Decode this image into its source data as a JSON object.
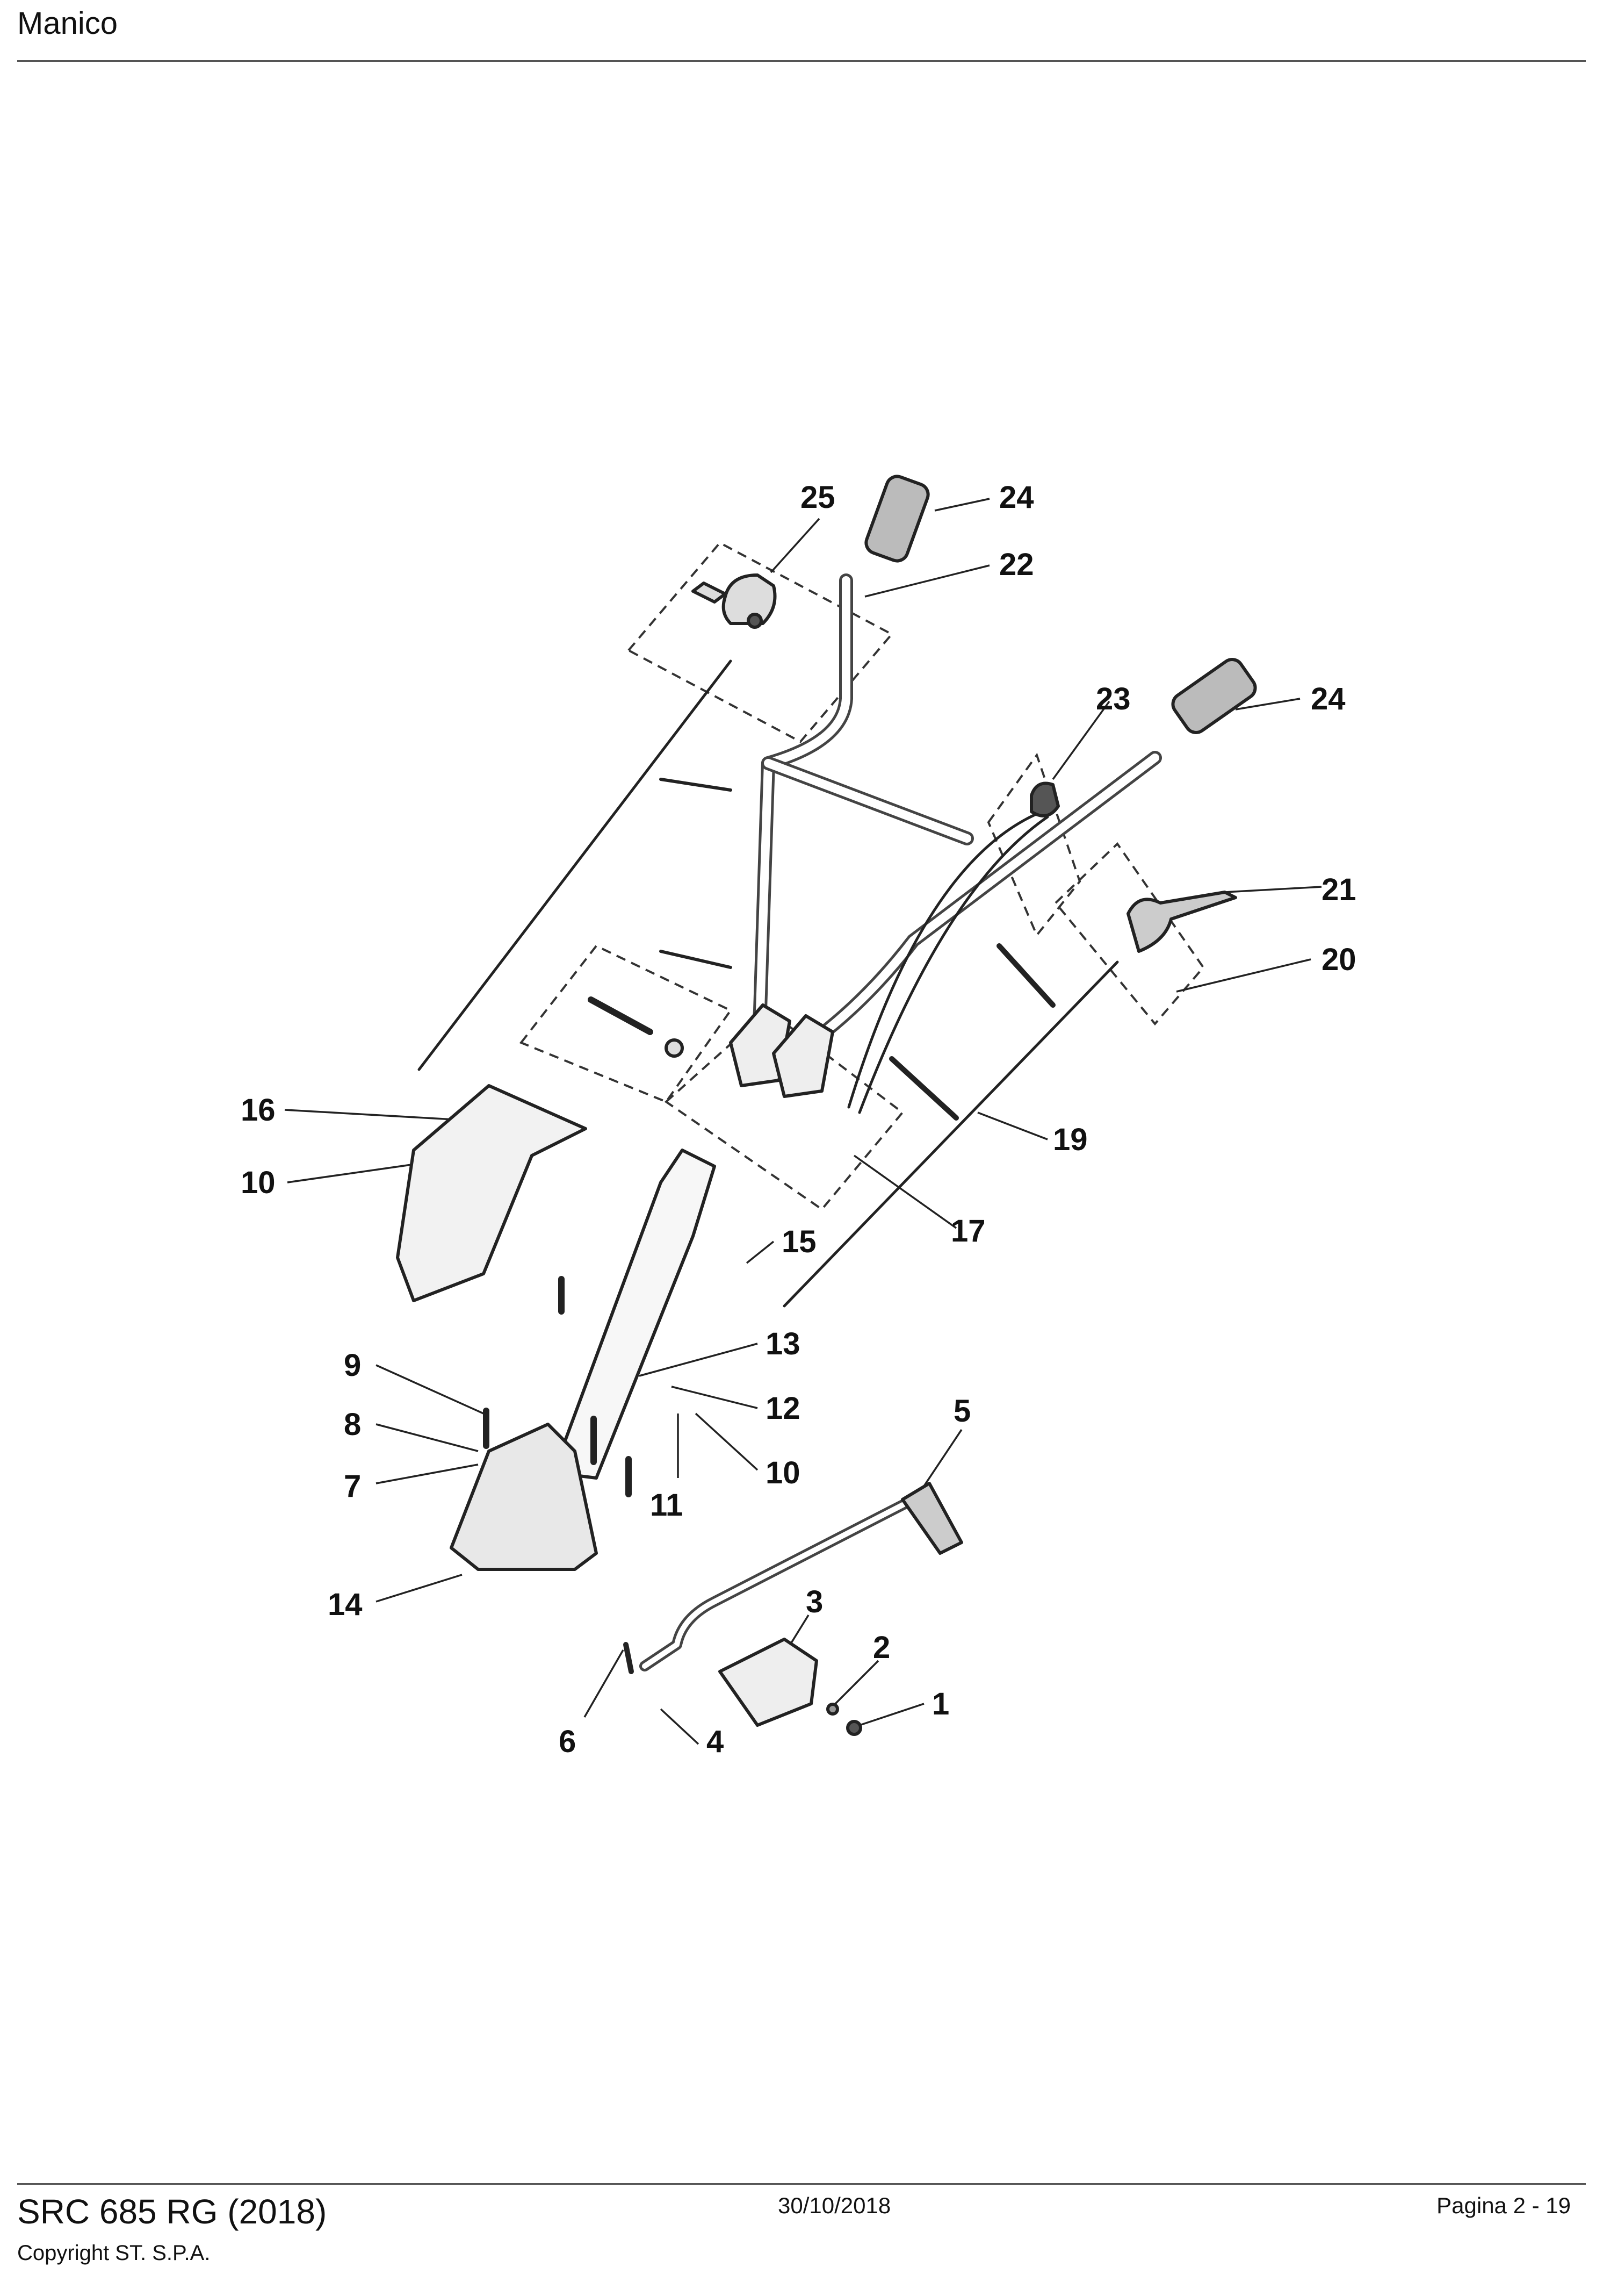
{
  "header": {
    "title": "Manico"
  },
  "diagram": {
    "callouts": [
      "25",
      "24",
      "22",
      "24",
      "23",
      "21",
      "20",
      "19",
      "16",
      "10",
      "17",
      "15",
      "13",
      "9",
      "12",
      "8",
      "10",
      "7",
      "11",
      "14",
      "5",
      "3",
      "2",
      "1",
      "6",
      "4"
    ]
  },
  "footer": {
    "model": "SRC 685 RG (2018)",
    "copyright": "Copyright ST. S.P.A.",
    "date": "30/10/2018",
    "page": "Pagina 2 - 19"
  }
}
